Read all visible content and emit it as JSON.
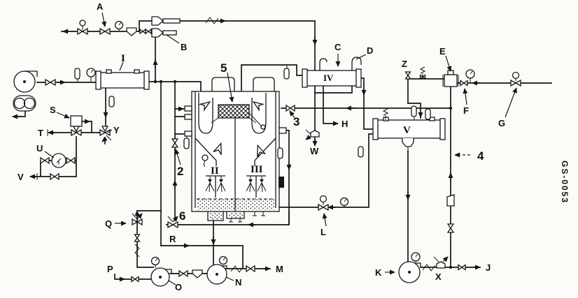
{
  "drawing": {
    "number": "GS-0053"
  },
  "callouts": {
    "A": "A",
    "B": "B",
    "C": "C",
    "D": "D",
    "E": "E",
    "F": "F",
    "G": "G",
    "H": "H",
    "J": "J",
    "K": "K",
    "L": "L",
    "M": "M",
    "N": "N",
    "O": "O",
    "P": "P",
    "Q": "Q",
    "R": "R",
    "S": "S",
    "T": "T",
    "U": "U",
    "V": "V",
    "W": "W",
    "X": "X",
    "Y": "Y",
    "Z": "Z"
  },
  "zone_numbers": {
    "2": "2",
    "3": "3",
    "4": "4",
    "5": "5",
    "6": "6"
  },
  "equipment_numerals": {
    "I": "I",
    "II": "II",
    "III": "III",
    "IV": "IV",
    "V": "V"
  }
}
